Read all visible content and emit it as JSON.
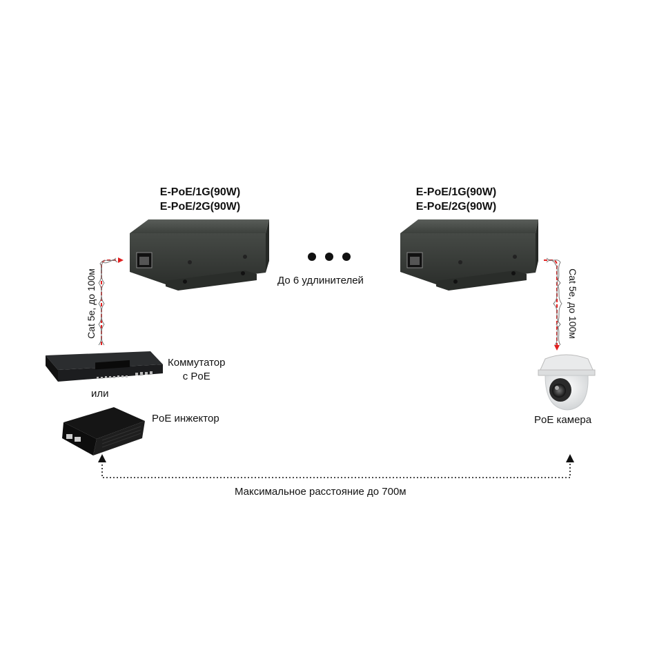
{
  "extenders": [
    {
      "model_lines": [
        "E-PoE/1G(90W)",
        "E-PoE/2G(90W)"
      ]
    },
    {
      "model_lines": [
        "E-PoE/1G(90W)",
        "E-PoE/2G(90W)"
      ]
    }
  ],
  "chain_label": "До 6 удлинителей",
  "cable_left_label": "Cat 5e, до 100м",
  "cable_right_label": "Cat 5e, до 100м",
  "switch_label_lines": [
    "Коммутатор",
    "с PoE"
  ],
  "or_label": "или",
  "injector_label": "PoE инжектор",
  "camera_label": "PoE камера",
  "distance_label": "Максимальное расстояние до 700м",
  "colors": {
    "arrow_red": "#e02020",
    "device_body": "#3a3d3a",
    "text": "#111111"
  },
  "icons": [
    "ethernet-port-icon",
    "ip-camera-icon",
    "poe-switch-icon",
    "poe-injector-icon"
  ]
}
